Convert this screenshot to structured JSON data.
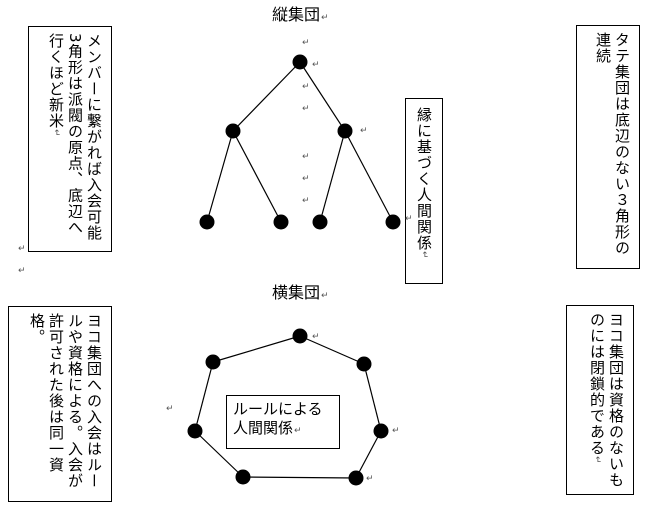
{
  "vertical_group": {
    "title": "縦集団",
    "left_note": "メンバーに繋がれば入会可能3角形は派閥の原点、底辺へ行くほど新米",
    "right_note": "タテ集団は底辺のない３角形の連続",
    "middle_note": "縁に基づく人間関係"
  },
  "horizontal_group": {
    "title": "横集団",
    "left_note": "ヨコ集団への入会はルールや資格による。入会が許可された後は同一資格。",
    "right_note": "ヨコ集団は資格のないものには閉鎖的である",
    "center_note": "ルールによる人間関係"
  },
  "paragraph_mark": "↵",
  "colors": {
    "line": "#000000",
    "node": "#000000",
    "mark": "#555555"
  }
}
